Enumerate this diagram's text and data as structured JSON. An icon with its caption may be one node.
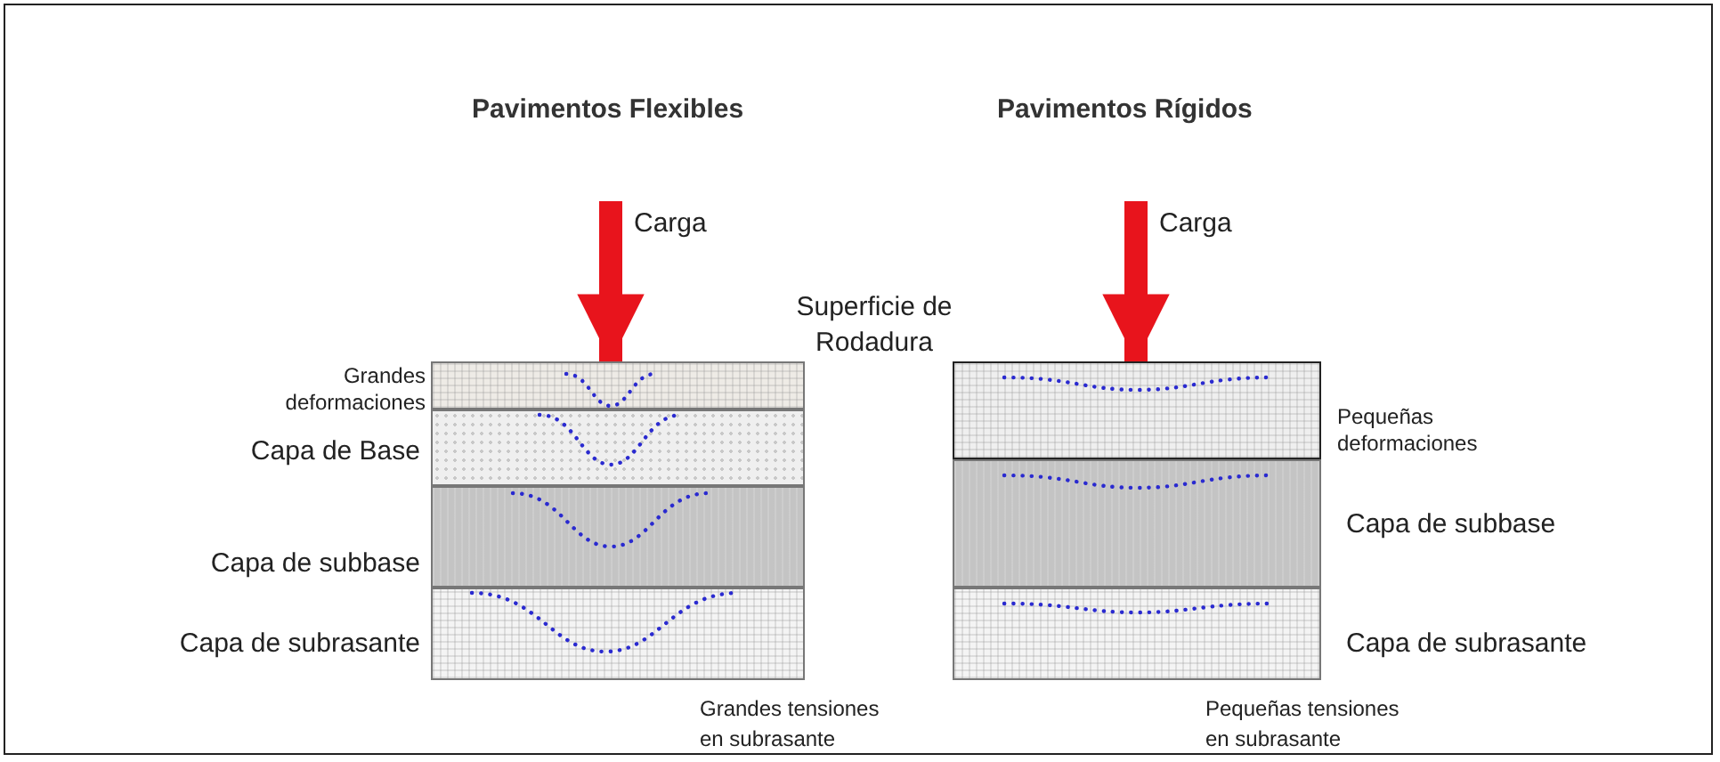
{
  "diagram": {
    "nodes": [
      {
        "text": [],
        "shape": "box",
        "beside": [
          "Grandes deformaciones"
        ]
      },
      {
        "text": [],
        "shape": "box",
        "beside": [
          "Capa de Base"
        ]
      },
      {
        "text": [],
        "shape": "box",
        "beside": [
          "Capa de subbase"
        ]
      },
      {
        "text": [],
        "shape": "box",
        "beside": [
          "Capa de subrasante"
        ]
      },
      {
        "text": [],
        "shape": "box",
        "beside": [
          "Pequeñas deformaciones"
        ]
      },
      {
        "text": [],
        "shape": "box",
        "beside": [
          "Capa de subbase"
        ]
      },
      {
        "text": [],
        "shape": "box",
        "beside": [
          "Capa de subrasante"
        ]
      }
    ],
    "edges": [
      {
        "from": null,
        "to": 0,
        "arrow": "to",
        "label": "Carga"
      },
      {
        "from": null,
        "to": 4,
        "arrow": "to",
        "label": "Carga"
      }
    ],
    "labels": [
      "Pavimentos Flexibles",
      "Pavimentos Rígidos",
      "Superficie de Rodadura",
      "Grandes tensiones en subrasante",
      "Pequeñas tensiones en subrasante"
    ]
  }
}
